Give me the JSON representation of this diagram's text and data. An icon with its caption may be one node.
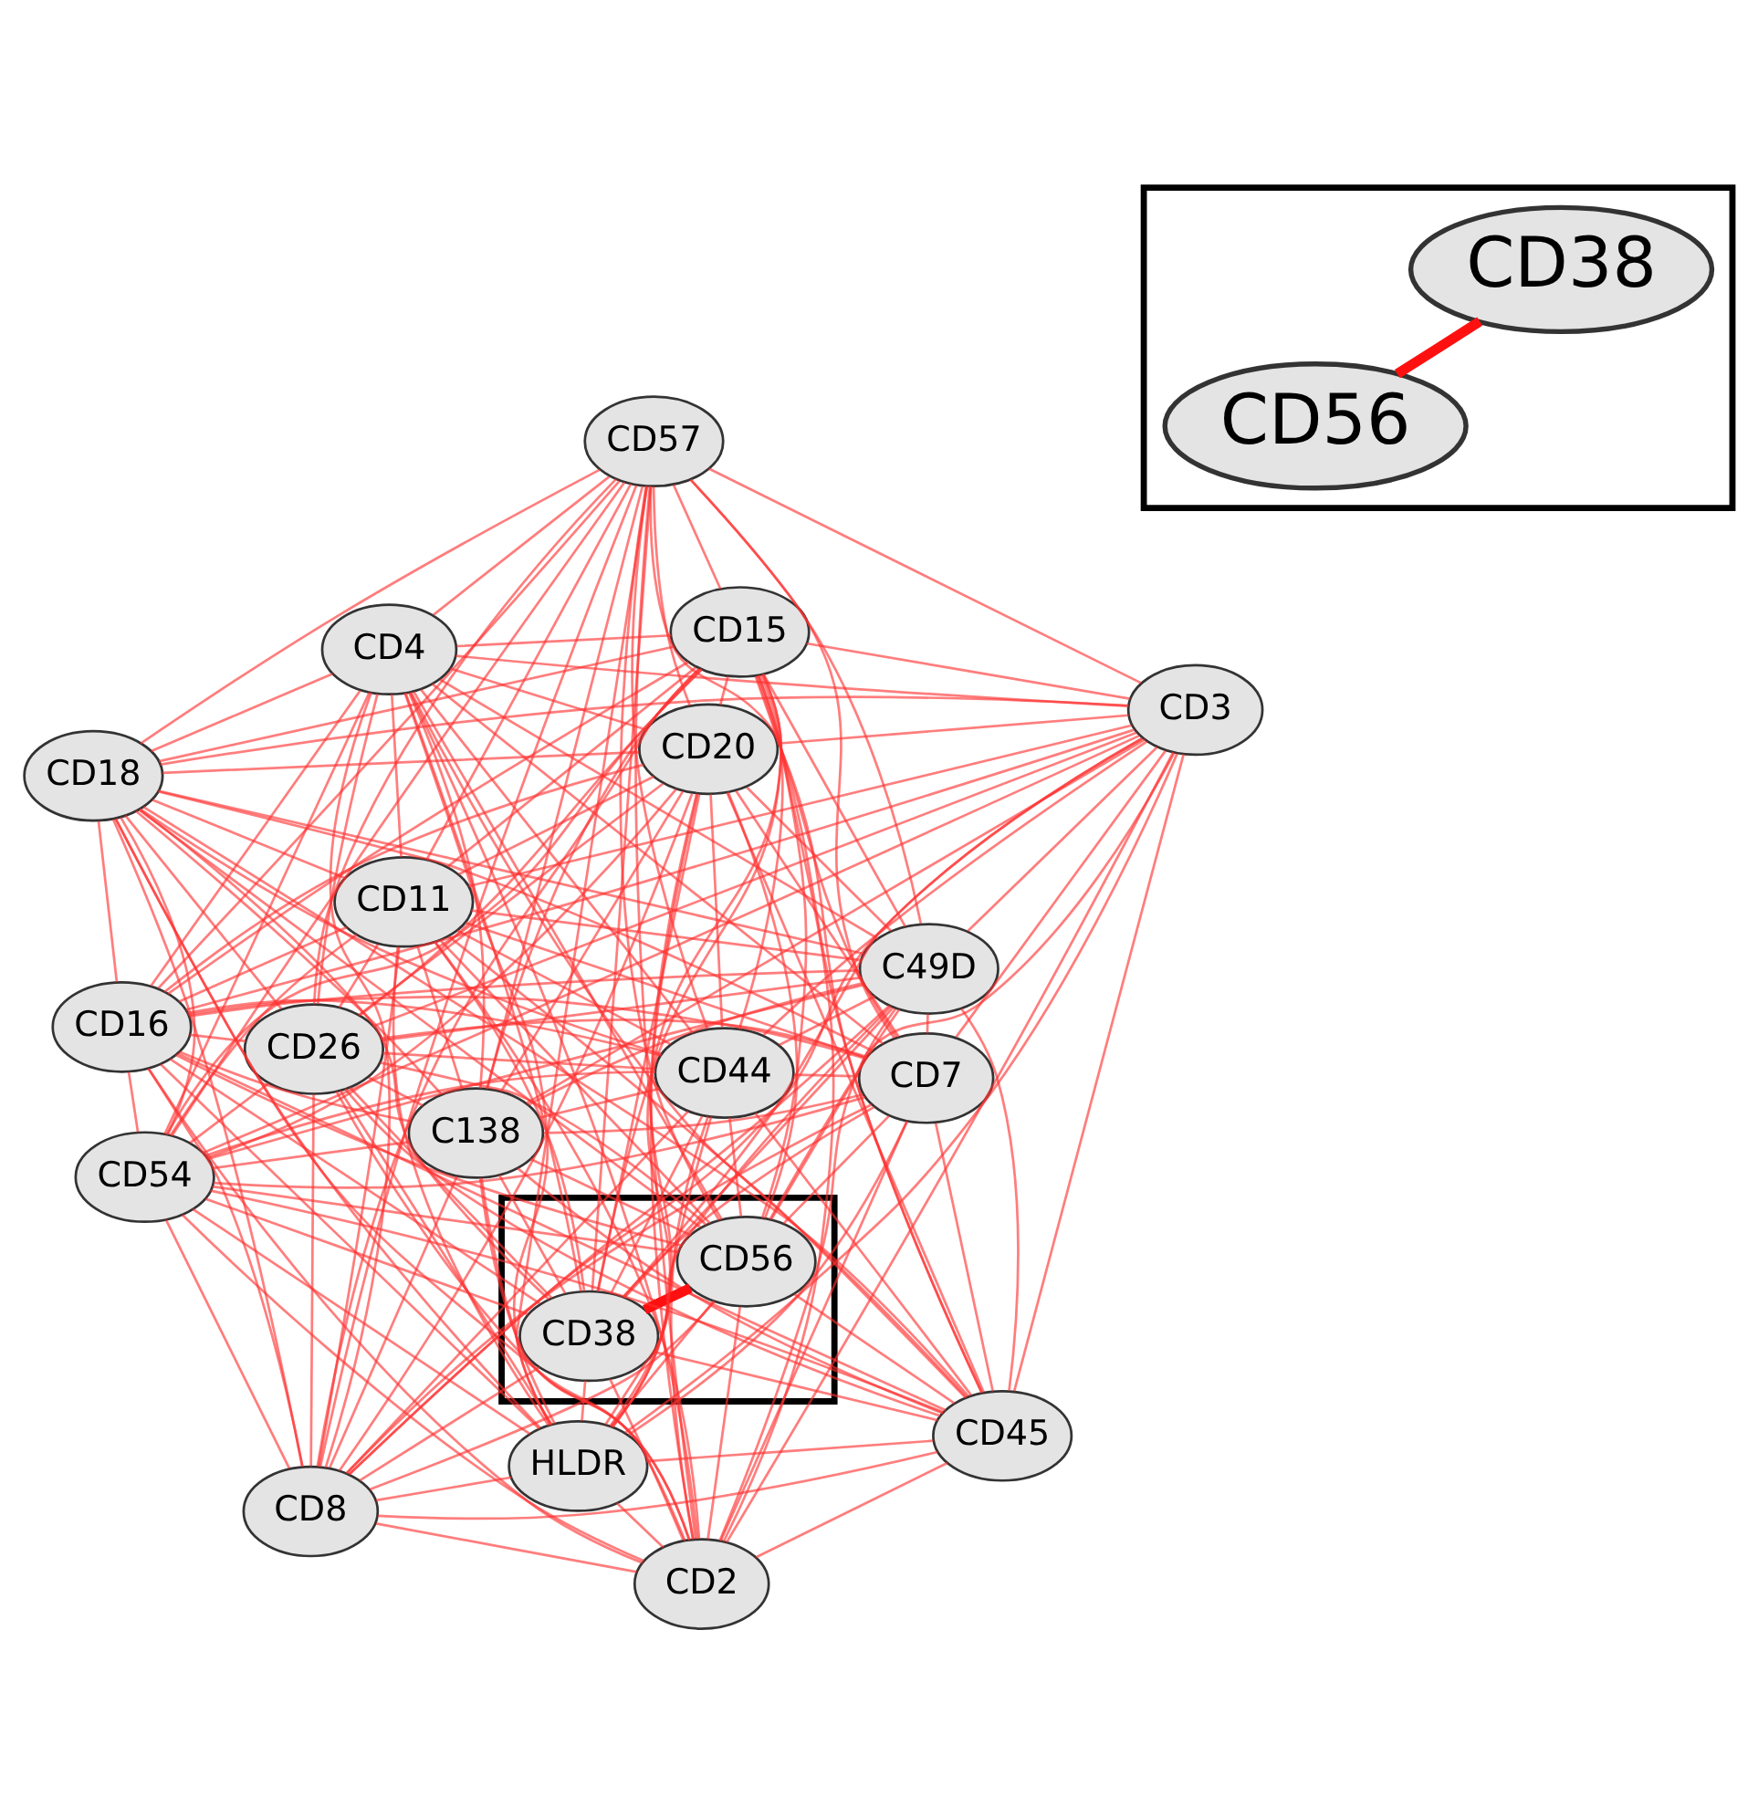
{
  "diagram": {
    "nodes": [
      {
        "text": [
          "CD20"
        ]
      },
      {
        "text": [
          "C138"
        ]
      },
      {
        "text": [
          "CD8"
        ]
      },
      {
        "text": [
          "CD16"
        ]
      },
      {
        "text": [
          "CD2"
        ]
      },
      {
        "text": [
          "CD26"
        ]
      },
      {
        "text": [],
        "shape": "box"
      },
      {
        "text": [
          "CD56"
        ],
        "in": 6
      },
      {
        "text": [
          "CD38"
        ],
        "in": 6
      },
      {
        "text": [
          "CD57"
        ]
      },
      {
        "text": [
          "CD11"
        ]
      },
      {
        "text": [
          "CD3"
        ]
      },
      {
        "text": [
          "CD44"
        ]
      },
      {
        "text": [],
        "shape": "box"
      },
      {
        "text": [
          "CD56"
        ],
        "in": 13
      },
      {
        "text": [
          "CD54"
        ]
      },
      {
        "text": [
          "CD45"
        ]
      },
      {
        "text": [
          "CD18"
        ]
      },
      {
        "text": [
          "CD38"
        ],
        "in": 13
      },
      {
        "text": [
          "CD4"
        ]
      },
      {
        "text": [
          "CD15"
        ]
      },
      {
        "text": [
          "C49D"
        ]
      },
      {
        "text": [
          "HLDR"
        ]
      },
      {
        "text": [
          "CD7"
        ]
      }
    ],
    "edges": [
      {
        "from": 0,
        "to": 1,
        "arrow": "none"
      },
      {
        "from": 0,
        "to": 2,
        "arrow": "none"
      },
      {
        "from": 0,
        "to": 3,
        "arrow": "none"
      },
      {
        "from": 0,
        "to": 4,
        "arrow": "none"
      },
      {
        "from": 0,
        "to": 5,
        "arrow": "none"
      },
      {
        "from": 0,
        "to": 9,
        "arrow": "none"
      },
      {
        "from": 0,
        "to": 10,
        "arrow": "none"
      },
      {
        "from": 0,
        "to": 11,
        "arrow": "none"
      },
      {
        "from": 0,
        "to": 12,
        "arrow": "none"
      },
      {
        "from": 0,
        "to": 14,
        "arrow": "none"
      },
      {
        "from": 0,
        "to": 15,
        "arrow": "none"
      },
      {
        "from": 0,
        "to": 16,
        "arrow": "none"
      },
      {
        "from": 0,
        "to": 17,
        "arrow": "none"
      },
      {
        "from": 0,
        "to": 18,
        "arrow": "none"
      },
      {
        "from": 0,
        "to": 19,
        "arrow": "none"
      },
      {
        "from": 0,
        "to": 20,
        "arrow": "none"
      },
      {
        "from": 0,
        "to": 21,
        "arrow": "none"
      },
      {
        "from": 0,
        "to": 22,
        "arrow": "none"
      },
      {
        "from": 0,
        "to": 23,
        "arrow": "none"
      },
      {
        "from": 1,
        "to": 2,
        "arrow": "none"
      },
      {
        "from": 1,
        "to": 3,
        "arrow": "none"
      },
      {
        "from": 1,
        "to": 4,
        "arrow": "none"
      },
      {
        "from": 1,
        "to": 5,
        "arrow": "none"
      },
      {
        "from": 1,
        "to": 9,
        "arrow": "none"
      },
      {
        "from": 1,
        "to": 10,
        "arrow": "none"
      },
      {
        "from": 1,
        "to": 11,
        "arrow": "none"
      },
      {
        "from": 1,
        "to": 12,
        "arrow": "none"
      },
      {
        "from": 1,
        "to": 14,
        "arrow": "none"
      },
      {
        "from": 1,
        "to": 15,
        "arrow": "none"
      },
      {
        "from": 1,
        "to": 16,
        "arrow": "none"
      },
      {
        "from": 1,
        "to": 17,
        "arrow": "none"
      },
      {
        "from": 1,
        "to": 18,
        "arrow": "none"
      },
      {
        "from": 1,
        "to": 19,
        "arrow": "none"
      },
      {
        "from": 1,
        "to": 20,
        "arrow": "none"
      },
      {
        "from": 1,
        "to": 21,
        "arrow": "none"
      },
      {
        "from": 1,
        "to": 22,
        "arrow": "none"
      },
      {
        "from": 1,
        "to": 23,
        "arrow": "none"
      },
      {
        "from": 2,
        "to": 3,
        "arrow": "none"
      },
      {
        "from": 2,
        "to": 4,
        "arrow": "none"
      },
      {
        "from": 2,
        "to": 5,
        "arrow": "none"
      },
      {
        "from": 2,
        "to": 9,
        "arrow": "none"
      },
      {
        "from": 2,
        "to": 10,
        "arrow": "none"
      },
      {
        "from": 2,
        "to": 11,
        "arrow": "none"
      },
      {
        "from": 2,
        "to": 12,
        "arrow": "none"
      },
      {
        "from": 2,
        "to": 14,
        "arrow": "none"
      },
      {
        "from": 2,
        "to": 15,
        "arrow": "none"
      },
      {
        "from": 2,
        "to": 16,
        "arrow": "none"
      },
      {
        "from": 2,
        "to": 17,
        "arrow": "none"
      },
      {
        "from": 2,
        "to": 18,
        "arrow": "none"
      },
      {
        "from": 2,
        "to": 19,
        "arrow": "none"
      },
      {
        "from": 2,
        "to": 20,
        "arrow": "none"
      },
      {
        "from": 2,
        "to": 21,
        "arrow": "none"
      },
      {
        "from": 2,
        "to": 22,
        "arrow": "none"
      },
      {
        "from": 2,
        "to": 23,
        "arrow": "none"
      },
      {
        "from": 3,
        "to": 4,
        "arrow": "none"
      },
      {
        "from": 3,
        "to": 5,
        "arrow": "none"
      },
      {
        "from": 3,
        "to": 9,
        "arrow": "none"
      },
      {
        "from": 3,
        "to": 10,
        "arrow": "none"
      },
      {
        "from": 3,
        "to": 11,
        "arrow": "none"
      },
      {
        "from": 3,
        "to": 12,
        "arrow": "none"
      },
      {
        "from": 3,
        "to": 14,
        "arrow": "none"
      },
      {
        "from": 3,
        "to": 15,
        "arrow": "none"
      },
      {
        "from": 3,
        "to": 16,
        "arrow": "none"
      },
      {
        "from": 3,
        "to": 17,
        "arrow": "none"
      },
      {
        "from": 3,
        "to": 18,
        "arrow": "none"
      },
      {
        "from": 3,
        "to": 19,
        "arrow": "none"
      },
      {
        "from": 3,
        "to": 20,
        "arrow": "none"
      },
      {
        "from": 3,
        "to": 21,
        "arrow": "none"
      },
      {
        "from": 3,
        "to": 22,
        "arrow": "none"
      },
      {
        "from": 3,
        "to": 23,
        "arrow": "none"
      },
      {
        "from": 4,
        "to": 5,
        "arrow": "none"
      },
      {
        "from": 4,
        "to": 9,
        "arrow": "none"
      },
      {
        "from": 4,
        "to": 10,
        "arrow": "none"
      },
      {
        "from": 4,
        "to": 11,
        "arrow": "none"
      },
      {
        "from": 4,
        "to": 12,
        "arrow": "none"
      },
      {
        "from": 4,
        "to": 14,
        "arrow": "none"
      },
      {
        "from": 4,
        "to": 15,
        "arrow": "none"
      },
      {
        "from": 4,
        "to": 16,
        "arrow": "none"
      },
      {
        "from": 4,
        "to": 17,
        "arrow": "none"
      },
      {
        "from": 4,
        "to": 18,
        "arrow": "none"
      },
      {
        "from": 4,
        "to": 19,
        "arrow": "none"
      },
      {
        "from": 4,
        "to": 20,
        "arrow": "none"
      },
      {
        "from": 4,
        "to": 21,
        "arrow": "none"
      },
      {
        "from": 4,
        "to": 22,
        "arrow": "none"
      },
      {
        "from": 4,
        "to": 23,
        "arrow": "none"
      },
      {
        "from": 5,
        "to": 9,
        "arrow": "none"
      },
      {
        "from": 5,
        "to": 10,
        "arrow": "none"
      },
      {
        "from": 5,
        "to": 11,
        "arrow": "none"
      },
      {
        "from": 5,
        "to": 12,
        "arrow": "none"
      },
      {
        "from": 5,
        "to": 14,
        "arrow": "none"
      },
      {
        "from": 5,
        "to": 15,
        "arrow": "none"
      },
      {
        "from": 5,
        "to": 16,
        "arrow": "none"
      },
      {
        "from": 5,
        "to": 17,
        "arrow": "none"
      },
      {
        "from": 5,
        "to": 18,
        "arrow": "none"
      },
      {
        "from": 5,
        "to": 19,
        "arrow": "none"
      },
      {
        "from": 5,
        "to": 20,
        "arrow": "none"
      },
      {
        "from": 5,
        "to": 21,
        "arrow": "none"
      },
      {
        "from": 5,
        "to": 22,
        "arrow": "none"
      },
      {
        "from": 5,
        "to": 23,
        "arrow": "none"
      },
      {
        "from": 9,
        "to": 10,
        "arrow": "none"
      },
      {
        "from": 9,
        "to": 11,
        "arrow": "none"
      },
      {
        "from": 9,
        "to": 12,
        "arrow": "none"
      },
      {
        "from": 9,
        "to": 14,
        "arrow": "none"
      },
      {
        "from": 9,
        "to": 15,
        "arrow": "none"
      },
      {
        "from": 9,
        "to": 16,
        "arrow": "none"
      },
      {
        "from": 9,
        "to": 17,
        "arrow": "none"
      },
      {
        "from": 9,
        "to": 18,
        "arrow": "none"
      },
      {
        "from": 9,
        "to": 19,
        "arrow": "none"
      },
      {
        "from": 9,
        "to": 20,
        "arrow": "none"
      },
      {
        "from": 9,
        "to": 21,
        "arrow": "none"
      },
      {
        "from": 9,
        "to": 22,
        "arrow": "none"
      },
      {
        "from": 9,
        "to": 23,
        "arrow": "none"
      },
      {
        "from": 10,
        "to": 11,
        "arrow": "none"
      },
      {
        "from": 10,
        "to": 12,
        "arrow": "none"
      },
      {
        "from": 10,
        "to": 14,
        "arrow": "none"
      },
      {
        "from": 10,
        "to": 15,
        "arrow": "none"
      },
      {
        "from": 10,
        "to": 16,
        "arrow": "none"
      },
      {
        "from": 10,
        "to": 17,
        "arrow": "none"
      },
      {
        "from": 10,
        "to": 18,
        "arrow": "none"
      },
      {
        "from": 10,
        "to": 19,
        "arrow": "none"
      },
      {
        "from": 10,
        "to": 20,
        "arrow": "none"
      },
      {
        "from": 10,
        "to": 21,
        "arrow": "none"
      },
      {
        "from": 10,
        "to": 22,
        "arrow": "none"
      },
      {
        "from": 10,
        "to": 23,
        "arrow": "none"
      },
      {
        "from": 11,
        "to": 12,
        "arrow": "none"
      },
      {
        "from": 11,
        "to": 14,
        "arrow": "none"
      },
      {
        "from": 11,
        "to": 15,
        "arrow": "none"
      },
      {
        "from": 11,
        "to": 16,
        "arrow": "none"
      },
      {
        "from": 11,
        "to": 17,
        "arrow": "none"
      },
      {
        "from": 11,
        "to": 18,
        "arrow": "none"
      },
      {
        "from": 11,
        "to": 19,
        "arrow": "none"
      },
      {
        "from": 11,
        "to": 20,
        "arrow": "none"
      },
      {
        "from": 11,
        "to": 21,
        "arrow": "none"
      },
      {
        "from": 11,
        "to": 22,
        "arrow": "none"
      },
      {
        "from": 11,
        "to": 23,
        "arrow": "none"
      },
      {
        "from": 12,
        "to": 14,
        "arrow": "none"
      },
      {
        "from": 12,
        "to": 15,
        "arrow": "none"
      },
      {
        "from": 12,
        "to": 16,
        "arrow": "none"
      },
      {
        "from": 12,
        "to": 17,
        "arrow": "none"
      },
      {
        "from": 12,
        "to": 18,
        "arrow": "none"
      },
      {
        "from": 12,
        "to": 19,
        "arrow": "none"
      },
      {
        "from": 12,
        "to": 20,
        "arrow": "none"
      },
      {
        "from": 12,
        "to": 21,
        "arrow": "none"
      },
      {
        "from": 12,
        "to": 22,
        "arrow": "none"
      },
      {
        "from": 12,
        "to": 23,
        "arrow": "none"
      },
      {
        "from": 14,
        "to": 15,
        "arrow": "none"
      },
      {
        "from": 14,
        "to": 16,
        "arrow": "none"
      },
      {
        "from": 14,
        "to": 17,
        "arrow": "none"
      },
      {
        "from": 14,
        "to": 18,
        "arrow": "none",
        "style": "thick"
      },
      {
        "from": 14,
        "to": 19,
        "arrow": "none"
      },
      {
        "from": 14,
        "to": 20,
        "arrow": "none"
      },
      {
        "from": 14,
        "to": 21,
        "arrow": "none"
      },
      {
        "from": 14,
        "to": 22,
        "arrow": "none"
      },
      {
        "from": 14,
        "to": 23,
        "arrow": "none"
      },
      {
        "from": 15,
        "to": 16,
        "arrow": "none"
      },
      {
        "from": 15,
        "to": 17,
        "arrow": "none"
      },
      {
        "from": 15,
        "to": 18,
        "arrow": "none"
      },
      {
        "from": 15,
        "to": 19,
        "arrow": "none"
      },
      {
        "from": 15,
        "to": 20,
        "arrow": "none"
      },
      {
        "from": 15,
        "to": 21,
        "arrow": "none"
      },
      {
        "from": 15,
        "to": 22,
        "arrow": "none"
      },
      {
        "from": 15,
        "to": 23,
        "arrow": "none"
      },
      {
        "from": 16,
        "to": 17,
        "arrow": "none"
      },
      {
        "from": 16,
        "to": 18,
        "arrow": "none"
      },
      {
        "from": 16,
        "to": 19,
        "arrow": "none"
      },
      {
        "from": 16,
        "to": 20,
        "arrow": "none"
      },
      {
        "from": 16,
        "to": 21,
        "arrow": "none"
      },
      {
        "from": 16,
        "to": 22,
        "arrow": "none"
      },
      {
        "from": 16,
        "to": 23,
        "arrow": "none"
      },
      {
        "from": 17,
        "to": 18,
        "arrow": "none"
      },
      {
        "from": 17,
        "to": 19,
        "arrow": "none"
      },
      {
        "from": 17,
        "to": 20,
        "arrow": "none"
      },
      {
        "from": 17,
        "to": 21,
        "arrow": "none"
      },
      {
        "from": 17,
        "to": 22,
        "arrow": "none"
      },
      {
        "from": 17,
        "to": 23,
        "arrow": "none"
      },
      {
        "from": 18,
        "to": 19,
        "arrow": "none"
      },
      {
        "from": 18,
        "to": 20,
        "arrow": "none"
      },
      {
        "from": 18,
        "to": 21,
        "arrow": "none"
      },
      {
        "from": 18,
        "to": 22,
        "arrow": "none"
      },
      {
        "from": 18,
        "to": 23,
        "arrow": "none"
      },
      {
        "from": 19,
        "to": 20,
        "arrow": "none"
      },
      {
        "from": 19,
        "to": 21,
        "arrow": "none"
      },
      {
        "from": 19,
        "to": 22,
        "arrow": "none"
      },
      {
        "from": 19,
        "to": 23,
        "arrow": "none"
      },
      {
        "from": 20,
        "to": 21,
        "arrow": "none"
      },
      {
        "from": 20,
        "to": 22,
        "arrow": "none"
      },
      {
        "from": 20,
        "to": 23,
        "arrow": "none"
      },
      {
        "from": 21,
        "to": 22,
        "arrow": "none"
      },
      {
        "from": 21,
        "to": 23,
        "arrow": "none"
      },
      {
        "from": 22,
        "to": 23,
        "arrow": "none"
      },
      {
        "from": 7,
        "to": 8,
        "arrow": "none",
        "style": "thick"
      }
    ]
  }
}
